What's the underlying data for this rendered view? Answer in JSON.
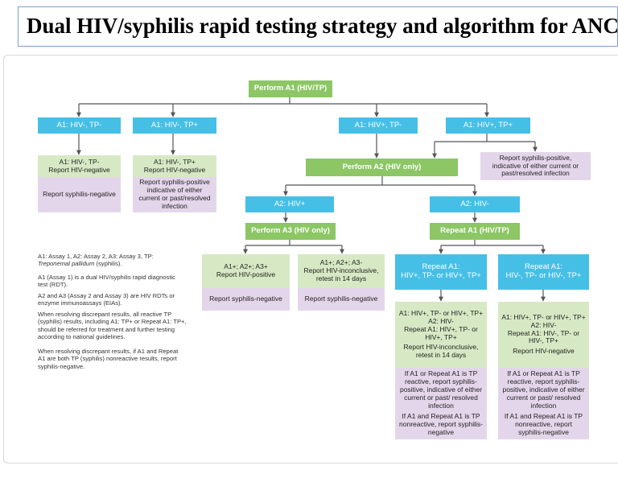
{
  "title": "Dual HIV/syphilis rapid testing strategy and algorithm for ANC",
  "nodes": {
    "perform_a1": "Perform A1 (HIV/TP)",
    "a1_neg_neg": "A1: HIV-, TP-",
    "a1_neg_pos": "A1: HIV-, TP+",
    "a1_pos_neg": "A1: HIV+, TP-",
    "a1_pos_pos": "A1: HIV+, TP+",
    "report_nn_1": "A1: HIV-, TP-",
    "report_nn_2": "Report HIV-negative",
    "report_nn_syph": "Report syphilis-negative",
    "report_np_1": "A1: HIV-, TP+",
    "report_np_2": "Report HIV-negative",
    "report_np_syph": "Report syphilis-positive indicative of either current or past/resolved infection",
    "report_pp_syph": "Report syphilis-positive, indicative of either current or past/resolved infection",
    "perform_a2": "Perform A2 (HIV only)",
    "a2_pos": "A2: HIV+",
    "a2_neg": "A2: HIV-",
    "perform_a3": "Perform A3 (HIV only)",
    "repeat_a1": "Repeat A1 (HIV/TP)",
    "a3_pos_1": "A1+; A2+; A3+",
    "a3_pos_2": "Report HIV-positive",
    "a3_pos_syph": "Report syphilis-negative",
    "a3_neg_1": "A1+; A2+; A3-",
    "a3_neg_2": "Report HIV-inconclusive, retest in 14 days",
    "a3_neg_syph": "Report syphilis-negative",
    "rep_left_1": "Repeat A1:",
    "rep_left_2": "HIV+, TP- or HIV+, TP+",
    "rep_right_1": "Repeat A1:",
    "rep_right_2": "HIV-, TP- or HIV-, TP+",
    "rl_res_1": "A1: HIV+, TP- or HIV+, TP+",
    "rl_res_2": "A2: HIV-",
    "rl_res_3": "Repeat A1: HIV+, TP- or HIV+, TP+",
    "rl_res_4": "Report HIV-inconclusive, retest in 14 days",
    "rl_syph_1": "If A1 or Repeat A1 is TP reactive, report syphilis-positive, indicative of either current or past/ resolved infection",
    "rl_syph_2": "If A1 and Repeat A1 is TP nonreactive, report syphilis-negative",
    "rr_res_1": "A1: HIV+, TP- or HIV+, TP+",
    "rr_res_2": "A2: HIV-",
    "rr_res_3": "Repeat A1: HIV-, TP- or HIV-, TP+",
    "rr_res_4": "Report HIV-negative",
    "rr_syph_1": "If A1 or Repeat A1 is TP reactive, report syphilis-positive, indicative of either current or past/ resolved infection",
    "rr_syph_2": "If A1 and Repeat A1 is TP nonreactive, report syphilis-negative"
  },
  "notes": {
    "n1_a": "A1: Assay 1, A2: Assay 2, A3: Assay 3, TP:",
    "n1_b": "Treponemal pallidum",
    "n1_c": "(syphilis).",
    "n2": "A1 (Assay 1) is a dual HIV/syphilis rapid diagnostic test (RDT).",
    "n3": "A2 and A3 (Assay 2 and Assay 3) are HIV RDTs or enzyme immunoassays (EIAs).",
    "n4": "When resolving discrepant results, all reactive TP (syphilis) results, including A1: TP+ or Repeat A1: TP+, should be referred for treatment and further testing according to national guidelines.",
    "n5": "When resolving discrepant results, if A1 and Repeat A1 are both TP (syphilis) nonreactive results, report syphilis-negative."
  },
  "colors": {
    "blue": "#46bfe6",
    "green_dark": "#8cc665",
    "green_light": "#d6e9c4",
    "purple": "#e4d6ea",
    "line": "#555555"
  }
}
